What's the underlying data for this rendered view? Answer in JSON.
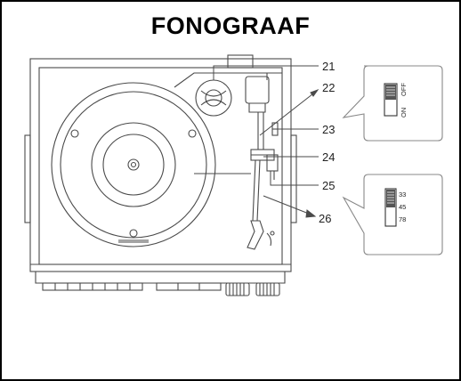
{
  "title": "FONOGRAAF",
  "callouts": [
    "21",
    "22",
    "23",
    "24",
    "25",
    "26"
  ],
  "power_switch": {
    "on_label": "ON",
    "off_label": "OFF"
  },
  "speed_switch": {
    "options": [
      "33",
      "45",
      "78"
    ]
  },
  "colors": {
    "line": "#4a4a4a",
    "frame": "#000000",
    "label": "#222222"
  }
}
